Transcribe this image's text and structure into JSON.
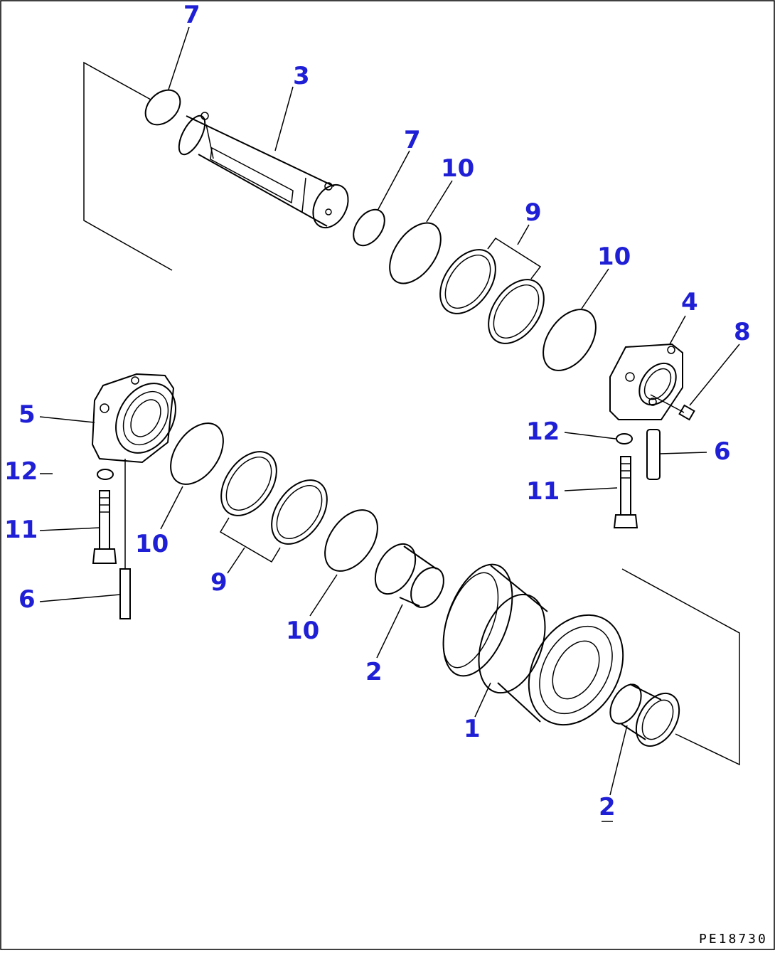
{
  "figure_id": "PE18730",
  "callouts": [
    {
      "id": "c7a",
      "label": "7"
    },
    {
      "id": "c3",
      "label": "3"
    },
    {
      "id": "c7b",
      "label": "7"
    },
    {
      "id": "c10a",
      "label": "10"
    },
    {
      "id": "c9a",
      "label": "9"
    },
    {
      "id": "c10b",
      "label": "10"
    },
    {
      "id": "c4",
      "label": "4"
    },
    {
      "id": "c8",
      "label": "8"
    },
    {
      "id": "c12r",
      "label": "12"
    },
    {
      "id": "c6r",
      "label": "6"
    },
    {
      "id": "c11r",
      "label": "11"
    },
    {
      "id": "c5",
      "label": "5"
    },
    {
      "id": "c12l",
      "label": "12"
    },
    {
      "id": "c11l",
      "label": "11"
    },
    {
      "id": "c10c",
      "label": "10"
    },
    {
      "id": "c9b",
      "label": "9"
    },
    {
      "id": "c6l",
      "label": "6"
    },
    {
      "id": "c10d",
      "label": "10"
    },
    {
      "id": "c2a",
      "label": "2"
    },
    {
      "id": "c1",
      "label": "1"
    },
    {
      "id": "c2b",
      "label": "2"
    }
  ]
}
